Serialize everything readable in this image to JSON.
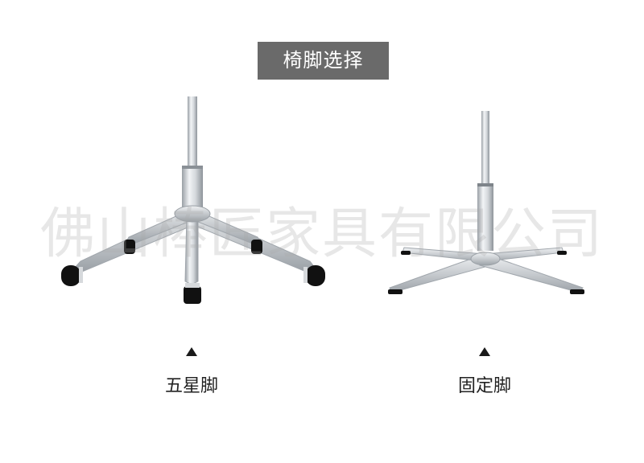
{
  "title": "椅脚选择",
  "watermark": "佛山棒匠家具有限公司",
  "options": [
    {
      "label": "五星脚",
      "marker_icon": "triangle-up-icon"
    },
    {
      "label": "固定脚",
      "marker_icon": "triangle-up-icon"
    }
  ],
  "colors": {
    "title_bg": "#6a6a6a",
    "title_text": "#ffffff",
    "label_text": "#222222",
    "marker": "#1a1a1a",
    "chrome": "#c8ccd0",
    "caster": "#111111"
  }
}
